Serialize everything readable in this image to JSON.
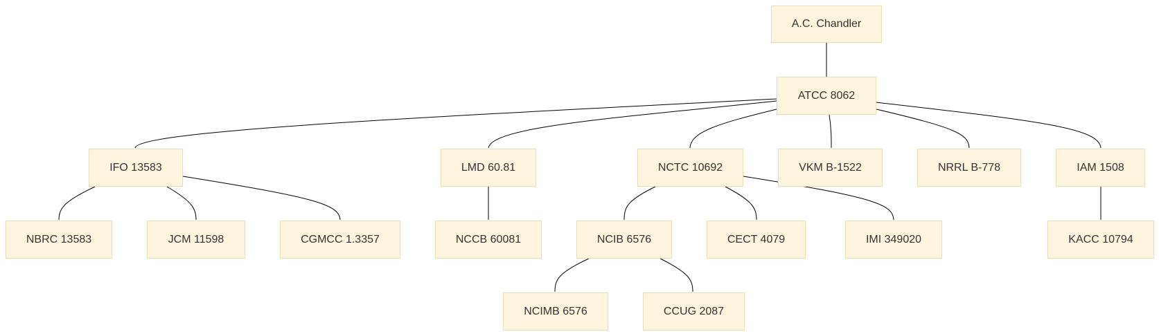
{
  "colors": {
    "node_fill": "#fff4dd",
    "node_border": "#eadfb4",
    "edge": "#000000",
    "text": "#333333"
  },
  "nodes": {
    "ac_chandler": "A.C. Chandler",
    "atcc_8062": "ATCC 8062",
    "ifo_13583": "IFO 13583",
    "lmd_60_81": "LMD 60.81",
    "nctc_10692": "NCTC 10692",
    "vkm_b_1522": "VKM B-1522",
    "nrrl_b_778": "NRRL B-778",
    "iam_1508": "IAM 1508",
    "nbrc_13583": "NBRC 13583",
    "jcm_11598": "JCM 11598",
    "cgmcc_1_3357": "CGMCC 1.3357",
    "nccb_60081": "NCCB 60081",
    "ncib_6576": "NCIB 6576",
    "cect_4079": "CECT 4079",
    "imi_349020": "IMI 349020",
    "kacc_10794": "KACC 10794",
    "ncimb_6576": "NCIMB 6576",
    "ccug_2087": "CCUG 2087"
  },
  "edges": [
    [
      "ac_chandler",
      "atcc_8062"
    ],
    [
      "atcc_8062",
      "ifo_13583"
    ],
    [
      "atcc_8062",
      "lmd_60_81"
    ],
    [
      "atcc_8062",
      "nctc_10692"
    ],
    [
      "atcc_8062",
      "vkm_b_1522"
    ],
    [
      "atcc_8062",
      "nrrl_b_778"
    ],
    [
      "atcc_8062",
      "iam_1508"
    ],
    [
      "ifo_13583",
      "nbrc_13583"
    ],
    [
      "ifo_13583",
      "jcm_11598"
    ],
    [
      "ifo_13583",
      "cgmcc_1_3357"
    ],
    [
      "lmd_60_81",
      "nccb_60081"
    ],
    [
      "nctc_10692",
      "ncib_6576"
    ],
    [
      "nctc_10692",
      "cect_4079"
    ],
    [
      "nctc_10692",
      "imi_349020"
    ],
    [
      "iam_1508",
      "kacc_10794"
    ],
    [
      "ncib_6576",
      "ncimb_6576"
    ],
    [
      "ncib_6576",
      "ccug_2087"
    ]
  ]
}
